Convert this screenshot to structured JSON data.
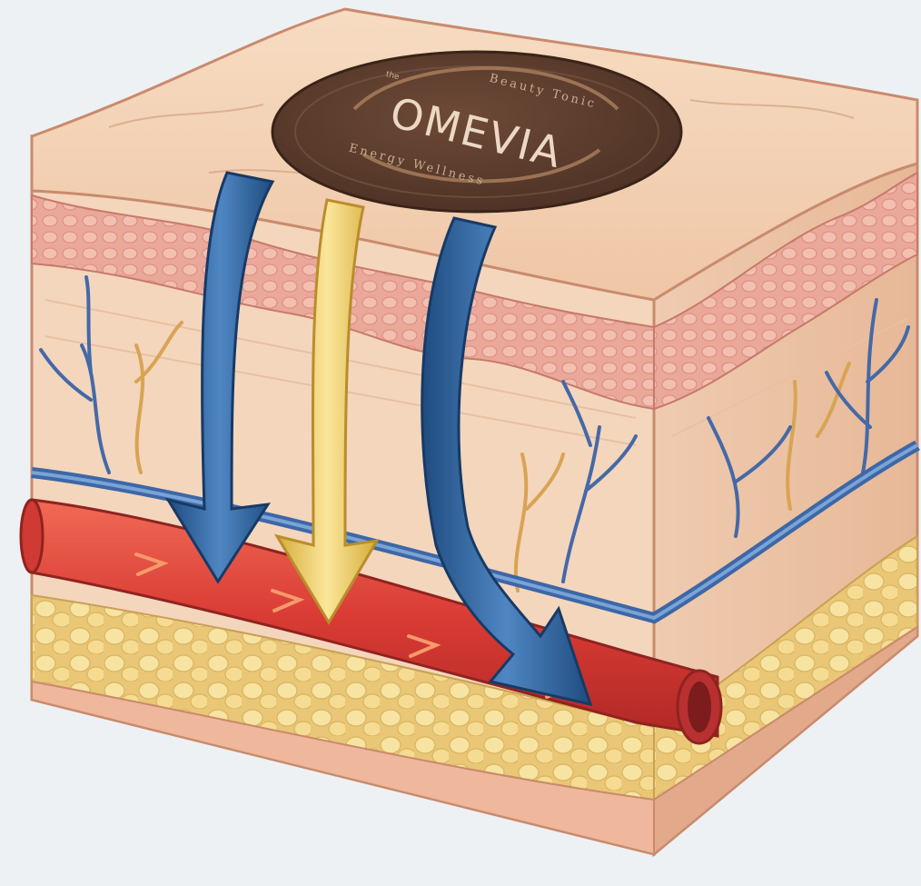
{
  "patch": {
    "brand": "OMEVIA",
    "small_mark": "the",
    "arc_top": "Beauty Tonic",
    "arc_bottom": "Energy Wellness"
  },
  "colors": {
    "background": "#eef1f3",
    "epidermis": "#f2cfb1",
    "dermis": "#f5dcc4",
    "side_face": "#eac1a3",
    "fat": "#f4d98c",
    "artery": "#d9403a",
    "vein": "#3d67a6",
    "patch": "#5a3a2c",
    "arrow_blue": "#2d5f95",
    "arrow_gold": "#e9c659"
  },
  "icons": {
    "blue_arrows": "down-arrow-icon",
    "gold_arrow": "down-arrow-icon"
  }
}
